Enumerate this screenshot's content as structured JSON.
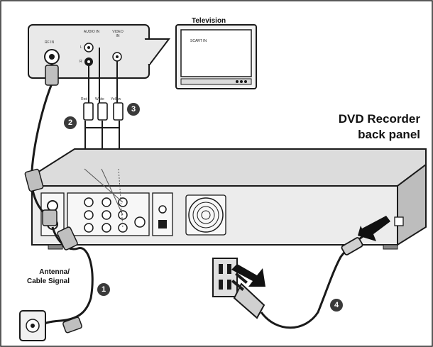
{
  "tv_label": "Television",
  "tv_screen_text": "SCART IN",
  "dvd_label_line1": "DVD Recorder",
  "dvd_label_line2": "back panel",
  "antenna_label_line1": "Antenna/",
  "antenna_label_line2": "Cable Signal",
  "steps": [
    "1",
    "2",
    "3",
    "4"
  ],
  "tv_panel": {
    "rf_in": "RF IN",
    "audio_in": "AUDIO IN",
    "video_in": "VIDEO IN",
    "channel_l": "L",
    "channel_r": "R"
  },
  "cable_labels": [
    "Red",
    "White",
    "Yellow"
  ],
  "colors": {
    "line": "#1a1a1a",
    "panel": "#e6e6e6",
    "shadow": "#9a9a9a",
    "step_badge": "#3a3a3a"
  }
}
